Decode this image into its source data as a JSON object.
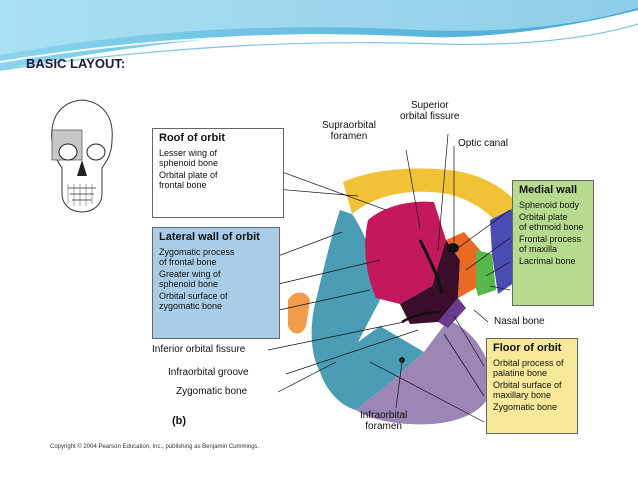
{
  "slide": {
    "title": "BASIC LAYOUT:"
  },
  "colors": {
    "header_wave": "#4fb3d9",
    "roof_box": "#ffffff",
    "lateral_box": "#a9cde6",
    "medial_box": "#b6db8e",
    "floor_box": "#f7e89a",
    "frontal_bone": "#f2c236",
    "sphenoid": "#c4185c",
    "zygomatic": "#4a9db4",
    "maxilla": "#9b86b5",
    "ethmoid": "#e86a24",
    "lacrimal": "#58b74a",
    "nasal": "#4a4bb3",
    "palatine": "#6a3a8c"
  },
  "figure": {
    "panel_letter": "(b)",
    "copyright": "Copyright © 2004 Pearson Education, Inc., publishing as Benjamin Cummings.",
    "roof_box": {
      "heading": "Roof of orbit",
      "items": [
        "Lesser wing of\nsphenoid bone",
        "Orbital plate of\nfrontal bone"
      ]
    },
    "lateral_box": {
      "heading": "Lateral wall of orbit",
      "items": [
        "Zygomatic process\nof frontal bone",
        "Greater wing of\nsphenoid bone",
        "Orbital surface of\nzygomatic bone"
      ]
    },
    "medial_box": {
      "heading": "Medial wall",
      "items": [
        "Sphenoid body",
        "Orbital plate\nof ethmoid bone",
        "Frontal process\nof maxilla",
        "Lacrimal bone"
      ]
    },
    "floor_box": {
      "heading": "Floor of orbit",
      "items": [
        "Orbital process of\npalatine bone",
        "Orbital surface of\nmaxillary bone",
        "Zygomatic bone"
      ]
    },
    "labels": {
      "superior_orbital_fissure": "Superior\norbital fissure",
      "supraorbital_foramen": "Supraorbital\nforamen",
      "optic_canal": "Optic canal",
      "nasal_bone": "Nasal bone",
      "inferior_orbital_fissure": "Inferior orbital fissure",
      "infraorbital_groove": "Infraorbital groove",
      "zygomatic_bone": "Zygomatic bone",
      "infraorbital_foramen": "Infraorbital\nforamen"
    }
  }
}
